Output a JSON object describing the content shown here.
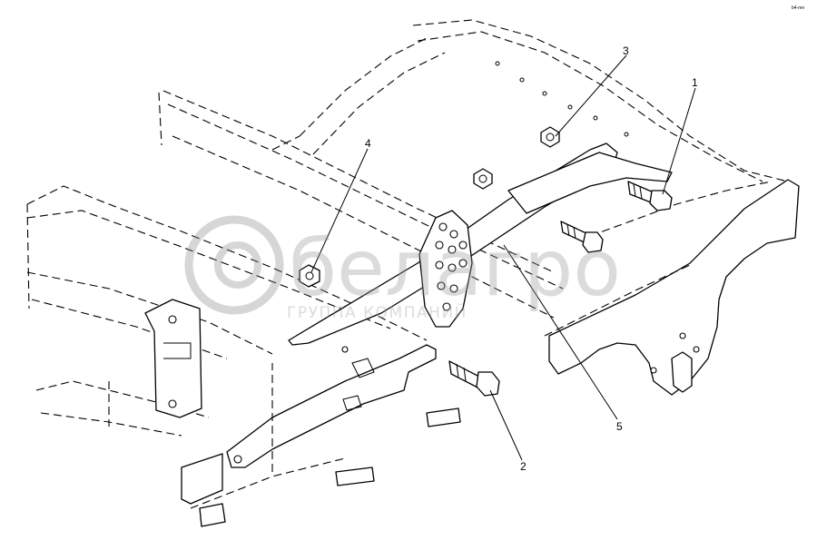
{
  "callouts": [
    "1",
    "2",
    "3",
    "4",
    "5"
  ],
  "watermark": {
    "brand": "белагро",
    "tagline": "ГРУППА КОМПАНИЙ"
  },
  "corner_mark": "b4-rev"
}
